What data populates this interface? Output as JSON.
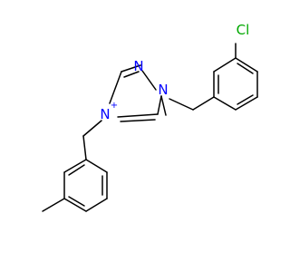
{
  "molecule": {
    "atoms": {
      "cl": {
        "symbol": "Cl",
        "color": "#00a800"
      },
      "n_top": {
        "symbol": "N",
        "color": "#0000ff"
      },
      "n1": {
        "symbol": "N",
        "color": "#0000ff"
      },
      "n4": {
        "symbol": "N",
        "color": "#0000ff",
        "charge": "+"
      }
    },
    "bond_color": "#000000"
  }
}
